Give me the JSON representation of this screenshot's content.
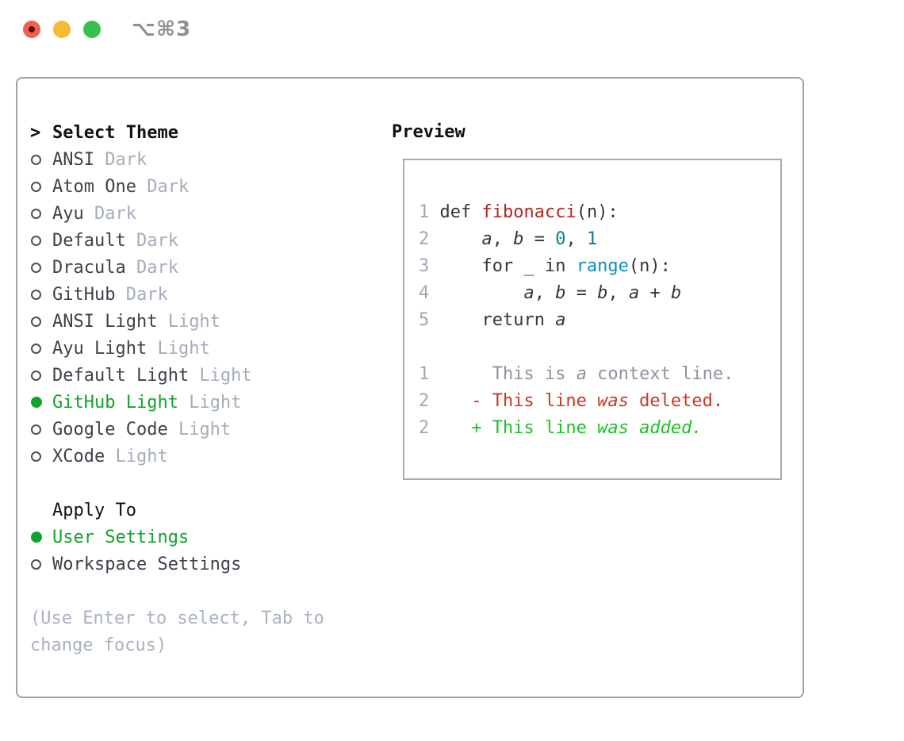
{
  "window": {
    "shortcut": "⌥⌘3",
    "traffic_lights": [
      "close",
      "minimize",
      "zoom"
    ]
  },
  "theme_panel": {
    "header": "Select Theme",
    "items": [
      {
        "name": "ANSI",
        "variant": "Dark",
        "selected": false
      },
      {
        "name": "Atom One",
        "variant": "Dark",
        "selected": false
      },
      {
        "name": "Ayu",
        "variant": "Dark",
        "selected": false
      },
      {
        "name": "Default",
        "variant": "Dark",
        "selected": false
      },
      {
        "name": "Dracula",
        "variant": "Dark",
        "selected": false
      },
      {
        "name": "GitHub",
        "variant": "Dark",
        "selected": false
      },
      {
        "name": "ANSI Light",
        "variant": "Light",
        "selected": false
      },
      {
        "name": "Ayu Light",
        "variant": "Light",
        "selected": false
      },
      {
        "name": "Default Light",
        "variant": "Light",
        "selected": false
      },
      {
        "name": "GitHub Light",
        "variant": "Light",
        "selected": true
      },
      {
        "name": "Google Code",
        "variant": "Light",
        "selected": false
      },
      {
        "name": "XCode",
        "variant": "Light",
        "selected": false
      }
    ],
    "apply_to": {
      "header": "Apply To",
      "options": [
        {
          "label": "User Settings",
          "selected": true
        },
        {
          "label": "Workspace Settings",
          "selected": false
        }
      ]
    },
    "hint_lines": [
      "(Use Enter to select, Tab to",
      "change focus)"
    ]
  },
  "preview": {
    "header": "Preview",
    "lines": [
      {
        "tokens": [
          {
            "t": "1 ",
            "c": "ln"
          },
          {
            "t": "def ",
            "c": "code"
          },
          {
            "t": "fibonacci",
            "c": "func"
          },
          {
            "t": "(n):",
            "c": "code"
          }
        ]
      },
      {
        "tokens": [
          {
            "t": "2 ",
            "c": "ln"
          },
          {
            "t": "    ",
            "c": "code"
          },
          {
            "t": "a",
            "c": "code",
            "i": 1
          },
          {
            "t": ", ",
            "c": "code"
          },
          {
            "t": "b",
            "c": "code",
            "i": 1
          },
          {
            "t": " = ",
            "c": "code"
          },
          {
            "t": "0",
            "c": "num"
          },
          {
            "t": ", ",
            "c": "code"
          },
          {
            "t": "1",
            "c": "num"
          }
        ]
      },
      {
        "tokens": [
          {
            "t": "3 ",
            "c": "ln"
          },
          {
            "t": "    for _ in ",
            "c": "code"
          },
          {
            "t": "range",
            "c": "builtin"
          },
          {
            "t": "(n):",
            "c": "code"
          }
        ]
      },
      {
        "tokens": [
          {
            "t": "4 ",
            "c": "ln"
          },
          {
            "t": "        ",
            "c": "code"
          },
          {
            "t": "a",
            "c": "code",
            "i": 1
          },
          {
            "t": ", ",
            "c": "code"
          },
          {
            "t": "b",
            "c": "code",
            "i": 1
          },
          {
            "t": " = ",
            "c": "code"
          },
          {
            "t": "b",
            "c": "code",
            "i": 1
          },
          {
            "t": ", ",
            "c": "code"
          },
          {
            "t": "a",
            "c": "code",
            "i": 1
          },
          {
            "t": " + ",
            "c": "code"
          },
          {
            "t": "b",
            "c": "code",
            "i": 1
          }
        ]
      },
      {
        "tokens": [
          {
            "t": "5 ",
            "c": "ln"
          },
          {
            "t": "    return ",
            "c": "code"
          },
          {
            "t": "a",
            "c": "code",
            "i": 1
          }
        ]
      },
      {
        "tokens": []
      },
      {
        "tokens": [
          {
            "t": "1",
            "c": "ln"
          },
          {
            "t": "      This is ",
            "c": "ctx"
          },
          {
            "t": "a",
            "c": "ctx",
            "i": 1
          },
          {
            "t": " context line.",
            "c": "ctx"
          }
        ]
      },
      {
        "tokens": [
          {
            "t": "2",
            "c": "ln"
          },
          {
            "t": "    - This line ",
            "c": "del"
          },
          {
            "t": "was",
            "c": "del",
            "i": 1
          },
          {
            "t": " deleted.",
            "c": "del"
          }
        ]
      },
      {
        "tokens": [
          {
            "t": "2",
            "c": "ln"
          },
          {
            "t": "    + This line ",
            "c": "add"
          },
          {
            "t": "was added.",
            "c": "add",
            "i": 1
          }
        ]
      }
    ]
  },
  "colors": {
    "traffic-red": "#f35e52",
    "traffic-red-dot": "#5f0f08",
    "traffic-yellow": "#f7ba33",
    "traffic-green": "#35c24a",
    "shortcut-text": "#8d9095",
    "panel-border": "#9aa4af",
    "box-border": "#a4adb7",
    "header-text": "#0e1116",
    "item-text": "#3c424a",
    "variant-text": "#a4adba",
    "accent-green": "#10a42e",
    "ring-color": "#4b5159",
    "hint-text": "#a9b2bf",
    "code-text": "#31373e",
    "line-number": "#9fa9b6",
    "func-red": "#ad2a23",
    "builtin-blue": "#0e8dc2",
    "number-teal": "#0d7f87",
    "diff-context": "#8d949d",
    "diff-deleted": "#c93826",
    "diff-added": "#1cc225"
  }
}
